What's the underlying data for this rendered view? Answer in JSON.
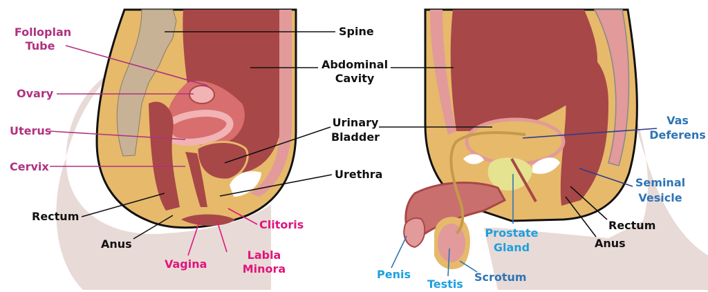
{
  "colors": {
    "tissue_tan": "#E6B96B",
    "muscle_red": "#A84747",
    "pink": "#E29A9A",
    "bone": "#C8B296",
    "shadow": "#E8DAD6",
    "outline": "#111111",
    "female_label": "#B0317F",
    "female_label_bright": "#E0157C",
    "male_label": "#2E74B5",
    "male_label_light": "#1E9FE0",
    "neutral_label": "#111111"
  },
  "female": {
    "folloplan_1": "Folloplan",
    "folloplan_2": "Tube",
    "ovary": "Ovary",
    "uterus": "Uterus",
    "cervix": "Cervix",
    "rectum": "Rectum",
    "anus": "Anus",
    "vagina": "Vagina",
    "labla_1": "Labla",
    "labla_2": "Minora",
    "clitoris": "Clitoris"
  },
  "shared": {
    "spine": "Spine",
    "abdominal_1": "Abdominal",
    "abdominal_2": "Cavity",
    "urinary_1": "Urinary",
    "urinary_2": "Bladder",
    "urethra": "Urethra"
  },
  "male": {
    "vas_1": "Vas",
    "vas_2": "Deferens",
    "seminal_1": "Seminal",
    "seminal_2": "Vesicle",
    "rectum": "Rectum",
    "anus": "Anus",
    "prostate_1": "Prostate",
    "prostate_2": "Gland",
    "penis": "Penis",
    "testis": "Testis",
    "scrotum": "Scrotum"
  }
}
